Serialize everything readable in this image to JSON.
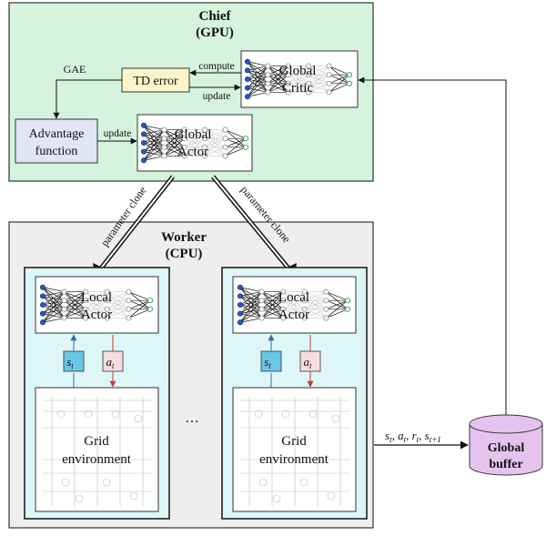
{
  "colors": {
    "chief_bg": "#d6f3dd",
    "worker_bg": "#eeeeee",
    "env_panel_bg": "#dff6f8",
    "td_error_bg": "#fbf4c9",
    "advantage_bg": "#e2e5f6",
    "state_box_bg": "#69c7e6",
    "action_box_bg": "#f7dde0",
    "buffer_bg": "#e6c3ef",
    "state_arrow": "#2c6fa6",
    "action_arrow": "#c33a3a",
    "node_fill": "#2f57c0",
    "output_node": "#28a84a"
  },
  "chief": {
    "title": "Chief",
    "subtitle": "(GPU)"
  },
  "worker": {
    "title": "Worker",
    "subtitle": "(CPU)"
  },
  "td_error": "TD error",
  "advantage": {
    "line1": "Advantage",
    "line2": "function"
  },
  "global_critic": {
    "line1": "Global",
    "line2": "Critic"
  },
  "global_actor": {
    "line1": "Global",
    "line2": "Actor"
  },
  "arrows": {
    "compute": "compute",
    "update_critic": "update",
    "update_actor": "update",
    "gae": "GAE",
    "param_clone_left": "parameter clone",
    "param_clone_right": "parameter clone"
  },
  "workers": [
    {
      "actor_line1": "Local",
      "actor_line2": "Actor",
      "state": "s",
      "state_sub": "t",
      "action": "a",
      "action_sub": "t",
      "env_line1": "Grid",
      "env_line2": "environment"
    },
    {
      "actor_line1": "Local",
      "actor_line2": "Actor",
      "state": "s",
      "state_sub": "t",
      "action": "a",
      "action_sub": "t",
      "env_line1": "Grid",
      "env_line2": "environment"
    }
  ],
  "ellipsis": "…",
  "transition_label": {
    "s": "s",
    "s_sub": "t",
    "a": "a",
    "a_sub": "t",
    "r": "r",
    "r_sub": "t",
    "s2": "s",
    "s2_sub": "t+1"
  },
  "buffer": {
    "line1": "Global",
    "line2": "buffer"
  }
}
